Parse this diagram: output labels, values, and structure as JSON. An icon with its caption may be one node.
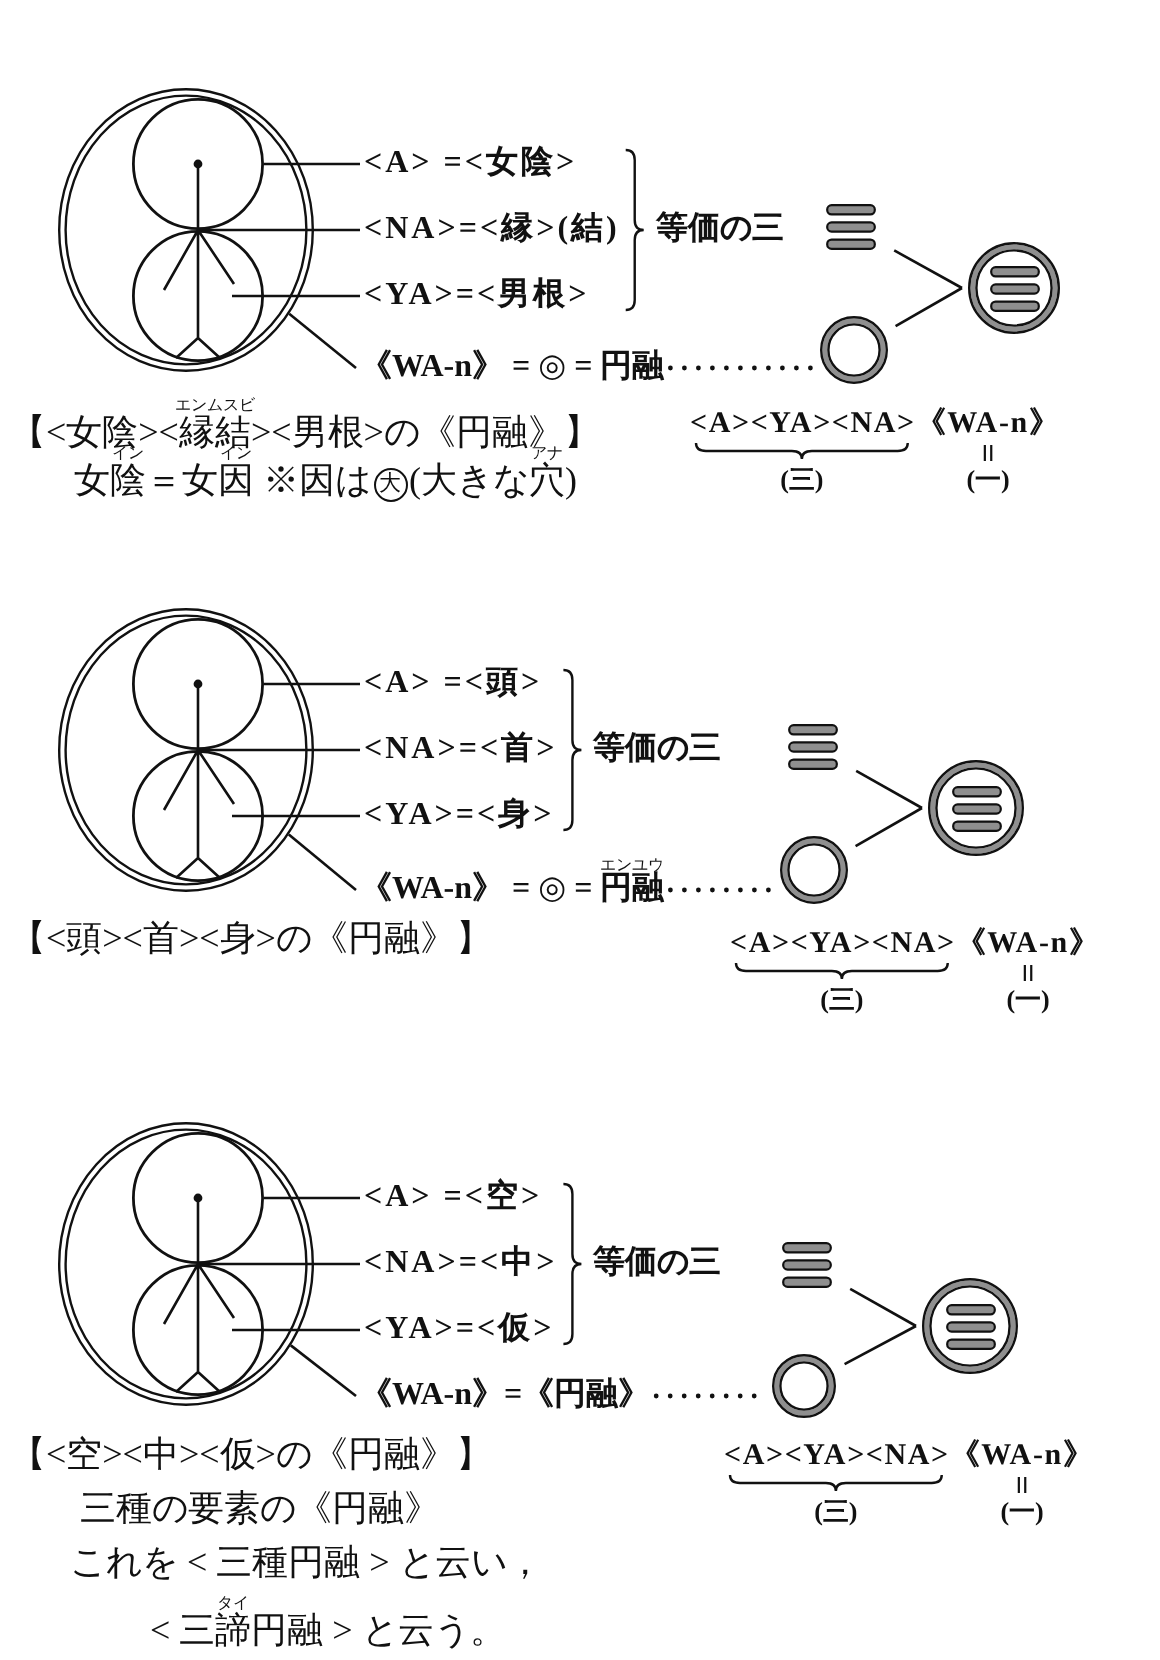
{
  "diagram": {
    "nodes": [
      {
        "text": [],
        "shape": "ring"
      },
      {
        "text": [],
        "shape": "circle",
        "in": 0
      },
      {
        "text": [],
        "shape": "circle",
        "in": 0
      },
      {
        "text": [],
        "shape": "person",
        "in": 0
      },
      {
        "text": [
          "<A> =<女陰>"
        ]
      },
      {
        "text": [
          "<NA>=<縁>(結)"
        ]
      },
      {
        "text": [
          "<YA>=<男根>"
        ]
      },
      {
        "text": [
          "《WA-n》 = ◎ = 円融"
        ]
      },
      {
        "text": [],
        "shape": "bars"
      },
      {
        "text": [],
        "shape": "ring"
      },
      {
        "text": [],
        "shape": "ring"
      },
      {
        "text": [],
        "shape": "bars",
        "in": 10
      },
      {
        "text": [],
        "shape": "ring"
      },
      {
        "text": [],
        "shape": "circle",
        "in": 12
      },
      {
        "text": [],
        "shape": "circle",
        "in": 12
      },
      {
        "text": [],
        "shape": "person",
        "in": 12
      },
      {
        "text": [
          "<A> =<頭>"
        ]
      },
      {
        "text": [
          "<NA>=<首>"
        ]
      },
      {
        "text": [
          "<YA>=<身>"
        ]
      },
      {
        "text": [
          "《WA-n》 = ◎ = 円融"
        ],
        "beside": [
          "エンユウ"
        ]
      },
      {
        "text": [],
        "shape": "bars"
      },
      {
        "text": [],
        "shape": "ring"
      },
      {
        "text": [],
        "shape": "ring"
      },
      {
        "text": [],
        "shape": "bars",
        "in": 22
      },
      {
        "text": [],
        "shape": "ring"
      },
      {
        "text": [],
        "shape": "circle",
        "in": 24
      },
      {
        "text": [],
        "shape": "circle",
        "in": 24
      },
      {
        "text": [],
        "shape": "person",
        "in": 24
      },
      {
        "text": [
          "<A> =<空>"
        ]
      },
      {
        "text": [
          "<NA>=<中>"
        ]
      },
      {
        "text": [
          "<YA>=<仮>"
        ]
      },
      {
        "text": [
          "《WA-n》=《円融》"
        ]
      },
      {
        "text": [],
        "shape": "bars"
      },
      {
        "text": [],
        "shape": "ring"
      },
      {
        "text": [],
        "shape": "ring"
      },
      {
        "text": [],
        "shape": "bars",
        "in": 34
      }
    ],
    "edges": [
      {
        "from": 4,
        "to": 1,
        "arrow": "none"
      },
      {
        "from": 5,
        "to": 3,
        "arrow": "none"
      },
      {
        "from": 6,
        "to": 2,
        "arrow": "none"
      },
      {
        "from": 7,
        "to": 0,
        "arrow": "none"
      },
      {
        "from": 7,
        "to": 9,
        "arrow": "none",
        "style": "dashed"
      },
      {
        "from": 8,
        "to": 10,
        "arrow": "none"
      },
      {
        "from": 9,
        "to": 10,
        "arrow": "none"
      },
      {
        "from": 16,
        "to": 13,
        "arrow": "none"
      },
      {
        "from": 17,
        "to": 15,
        "arrow": "none"
      },
      {
        "from": 18,
        "to": 14,
        "arrow": "none"
      },
      {
        "from": 19,
        "to": 12,
        "arrow": "none"
      },
      {
        "from": 19,
        "to": 21,
        "arrow": "none",
        "style": "dashed"
      },
      {
        "from": 20,
        "to": 22,
        "arrow": "none"
      },
      {
        "from": 21,
        "to": 22,
        "arrow": "none"
      },
      {
        "from": 28,
        "to": 25,
        "arrow": "none"
      },
      {
        "from": 29,
        "to": 27,
        "arrow": "none"
      },
      {
        "from": 30,
        "to": 26,
        "arrow": "none"
      },
      {
        "from": 31,
        "to": 24,
        "arrow": "none"
      },
      {
        "from": 31,
        "to": 33,
        "arrow": "none",
        "style": "dashed"
      },
      {
        "from": 32,
        "to": 34,
        "arrow": "none"
      },
      {
        "from": 33,
        "to": 34,
        "arrow": "none"
      }
    ],
    "labels": [
      "等価の三",
      "エンムスビ",
      "【<女陰><縁結><男根>の《円融》】",
      "<A><YA><NA>《WA-n》",
      "イン",
      "イン",
      "アナ",
      "女陰＝女因 ※因は大(大きな穴)",
      "(三)",
      "(一)",
      "等価の三",
      "【<頭><首><身>の《円融》】",
      "<A><YA><NA>《WA-n》",
      "(三)",
      "(一)",
      "等価の三",
      "【<空><中><仮>の《円融》】",
      "<A><YA><NA>《WA-n》",
      "三種の要素の《円融》",
      "(三)",
      "(一)",
      "これを < 三種円融 > と云い，",
      "タイ",
      "< 三諦円融 > と云う。"
    ]
  }
}
